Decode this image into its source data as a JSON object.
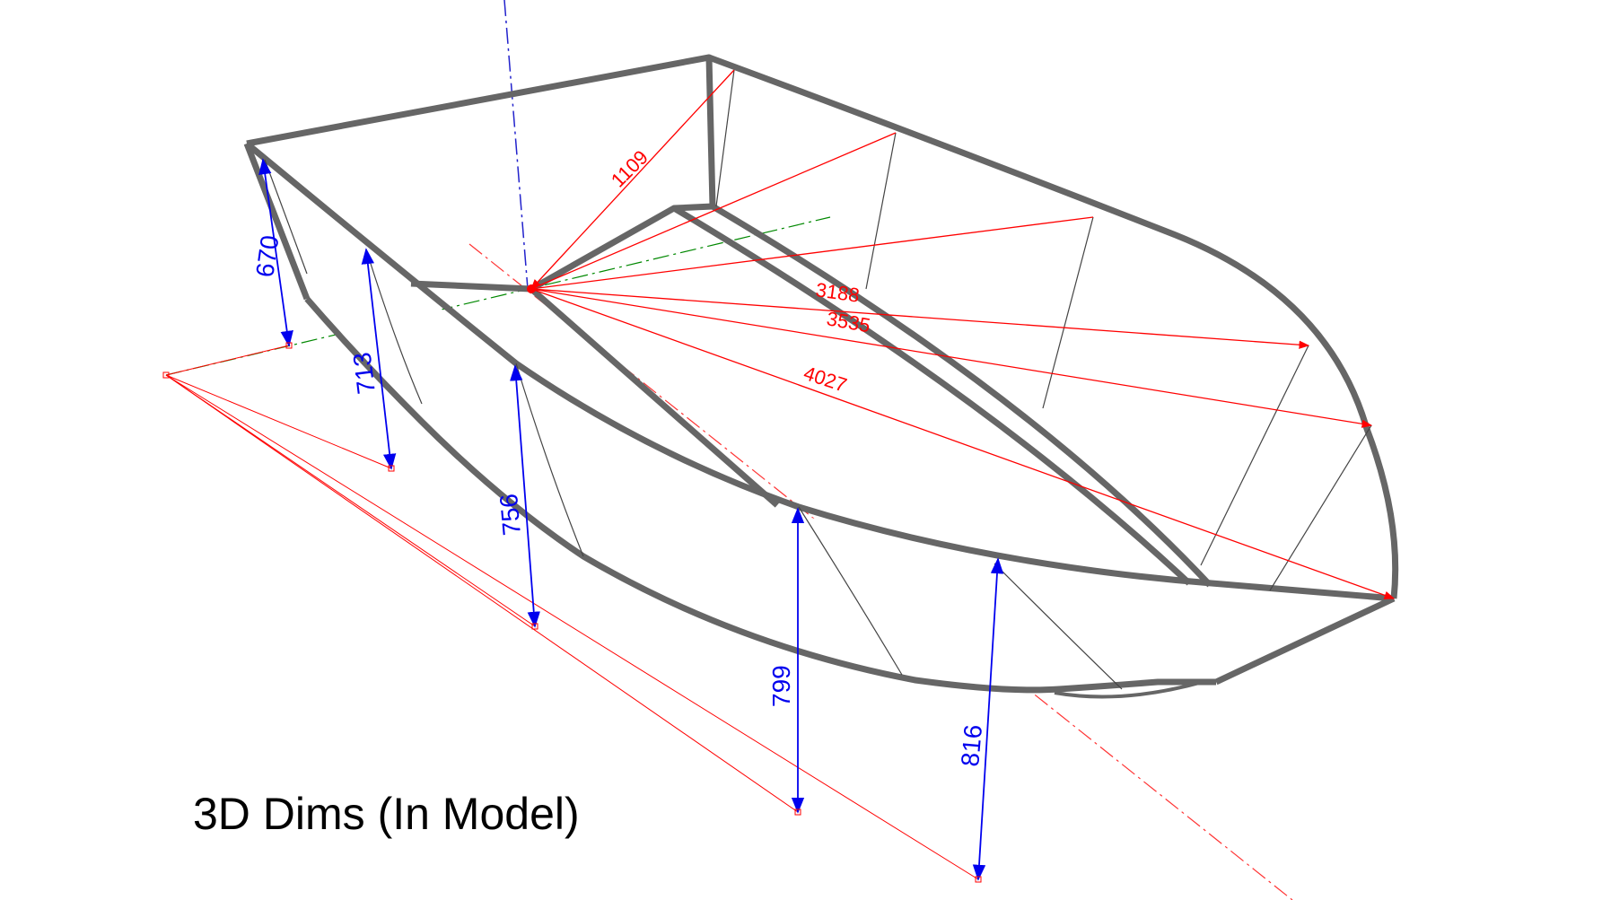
{
  "caption": "3D Dims (In Model)",
  "colors": {
    "hull": "#666666",
    "hull_fill": "#ffffff",
    "rib": "#444444",
    "dim_red": "#ff0000",
    "dim_blue": "#0000ee",
    "axis_blue": "#2222cc",
    "axis_green": "#008800",
    "axis_red": "#ff3333"
  },
  "dimensions": {
    "radial": [
      {
        "id": "dim-1109",
        "label": "1109"
      },
      {
        "id": "dim-3188",
        "label": "3188"
      },
      {
        "id": "dim-3535",
        "label": "3535"
      },
      {
        "id": "dim-4027",
        "label": "4027"
      }
    ],
    "vertical": [
      {
        "id": "dim-670",
        "label": "670"
      },
      {
        "id": "dim-713",
        "label": "713"
      },
      {
        "id": "dim-756",
        "label": "756"
      },
      {
        "id": "dim-799",
        "label": "799"
      },
      {
        "id": "dim-816",
        "label": "816"
      }
    ]
  }
}
